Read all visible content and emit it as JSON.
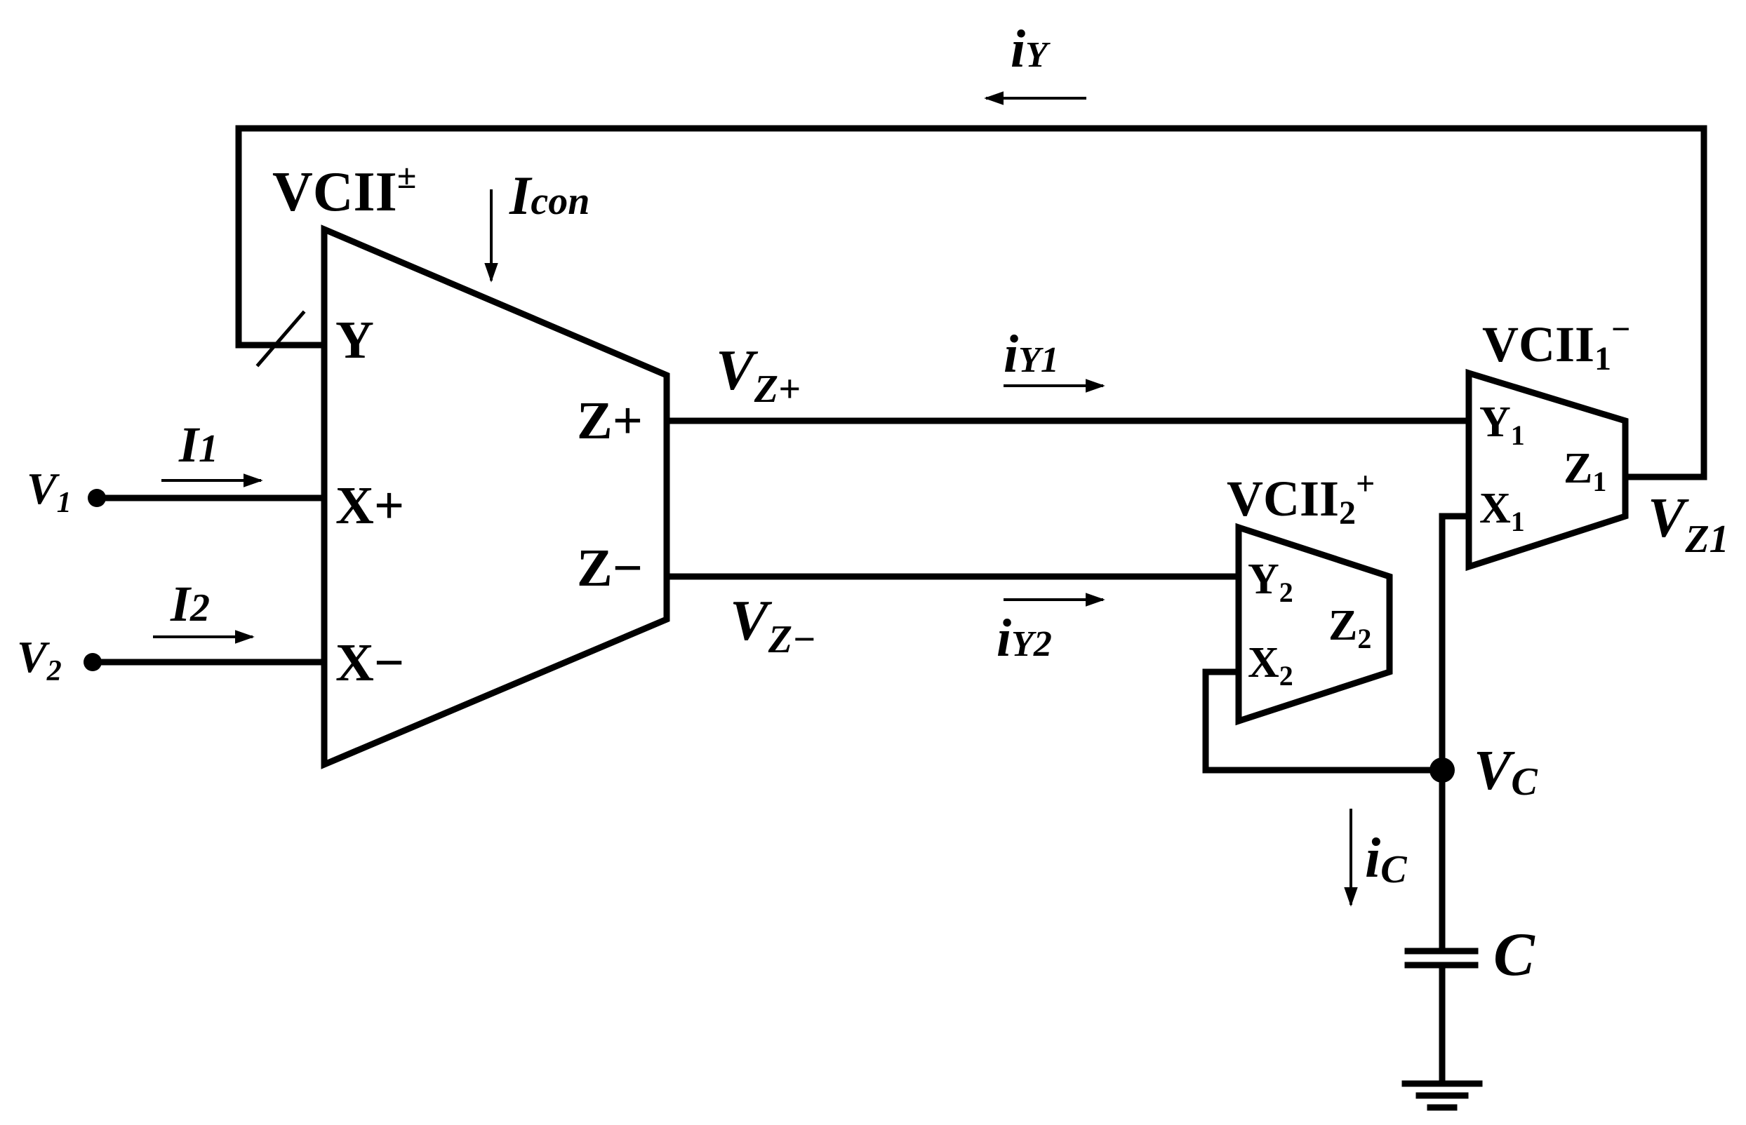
{
  "main_block": {
    "name": "VCII",
    "sup": "±",
    "control": "I",
    "control_sub": "con"
  },
  "ports": {
    "y": "Y",
    "xp": "X+",
    "xm": "X−",
    "zp": "Z+",
    "zm": "Z−"
  },
  "inputs": {
    "v1": "V",
    "v1_sub": "1",
    "v2": "V",
    "v2_sub": "2",
    "i1": "I",
    "i1_sub": "1",
    "i2": "I",
    "i2_sub": "2"
  },
  "vz": {
    "vzp": "V",
    "vzp_sub": "Z+",
    "vzm": "V",
    "vzm_sub": "Z−"
  },
  "currents": {
    "iy": "i",
    "iy_sub": "Y",
    "iy1": "i",
    "iy1_sub": "Y1",
    "iy2": "i",
    "iy2_sub": "Y2",
    "ic": "i",
    "ic_sub": "C"
  },
  "vcii1": {
    "name": "VCII",
    "sub": "1",
    "sup": "−",
    "y": "Y",
    "y_sub": "1",
    "x": "X",
    "x_sub": "1",
    "z": "Z",
    "z_sub": "1",
    "vz": "V",
    "vz_sub": "Z1"
  },
  "vcii2": {
    "name": "VCII",
    "sub": "2",
    "sup": "+",
    "y": "Y",
    "y_sub": "2",
    "x": "X",
    "x_sub": "2",
    "z": "Z",
    "z_sub": "2"
  },
  "node": {
    "vc": "V",
    "vc_sub": "C"
  },
  "capacitor": {
    "label": "C"
  }
}
